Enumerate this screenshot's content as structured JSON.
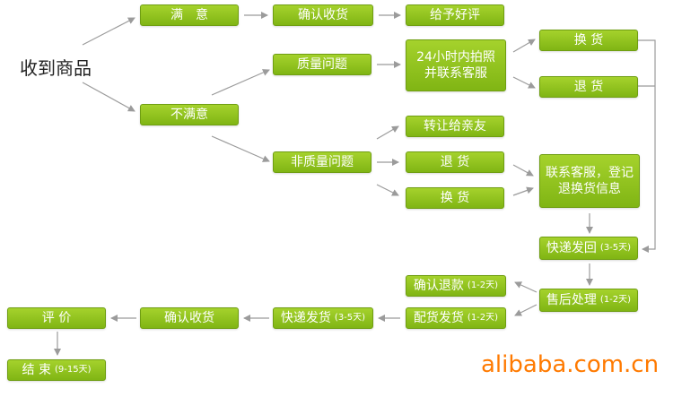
{
  "start_label": "收到商品",
  "nodes": {
    "satisfied": "满　意",
    "confirm_receipt_1": "确认收货",
    "give_good_review": "给予好评",
    "unsatisfied": "不满意",
    "quality_issue": "质量问题",
    "photo_contact": "24小时内拍照并联系客服",
    "exchange_1": "换 货",
    "return_1": "退 货",
    "non_quality_issue": "非质量问题",
    "transfer_friend": "转让给亲友",
    "return_2": "退 货",
    "exchange_2": "换 货",
    "contact_service": "联系客服，登记退换货信息",
    "express_return": "快递发回",
    "express_return_days": "(3-5天)",
    "after_sales": "售后处理",
    "after_sales_days": "(1-2天)",
    "confirm_refund": "确认退款",
    "confirm_refund_days": "(1-2天)",
    "dispatch": "配货发货",
    "dispatch_days": "(1-2天)",
    "express_ship": "快递发货",
    "express_ship_days": "(3-5天)",
    "confirm_receipt_2": "确认收货",
    "review": "评 价",
    "end": "结 束",
    "end_days": "(9-15天)"
  },
  "watermark": "alibaba.com.cn",
  "colors": {
    "node_fill": "#8cc319",
    "node_border": "#6f9e12",
    "node_text": "#ffffff",
    "arrow": "#9b9b9b",
    "watermark": "#ff7a00"
  }
}
